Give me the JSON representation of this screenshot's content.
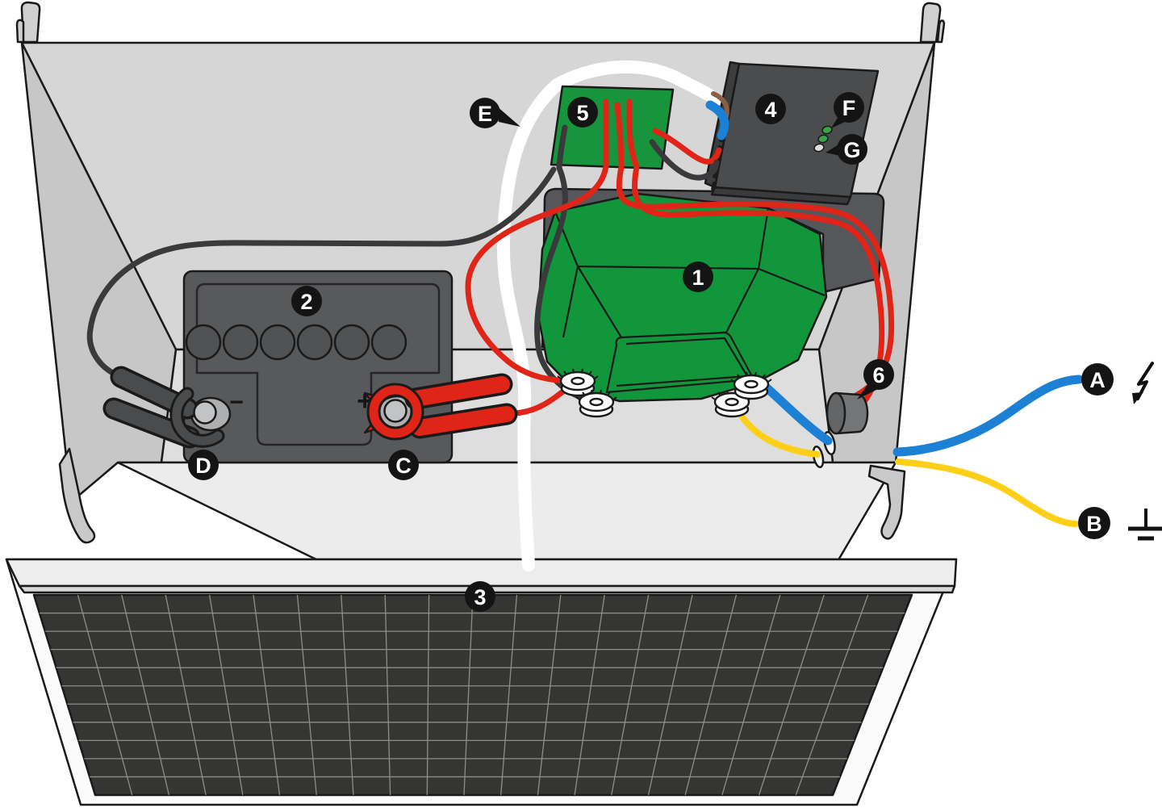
{
  "labels": {
    "n1": "1",
    "n2": "2",
    "n3": "3",
    "n4": "4",
    "n5": "5",
    "n6": "6",
    "A": "A",
    "B": "B",
    "C": "C",
    "D": "D",
    "E": "E",
    "F": "F",
    "G": "G"
  },
  "battery": {
    "negative_sign": "−",
    "positive_sign": "+"
  },
  "icons": {
    "fence_output": "lightning-bolt-icon",
    "earth_ground": "earth-ground-icon"
  },
  "colors": {
    "energizer_green": "#11963b",
    "wire_red": "#e02417",
    "wire_black": "#3a3a3c",
    "wire_blue": "#1c80d4",
    "wire_yellow": "#fdd017",
    "wire_brown": "#8b5f43",
    "wire_white": "#ffffff",
    "led_green": "#3aa44a",
    "led_off": "#deded9",
    "callout_bg": "#141414",
    "callout_text": "#ffffff"
  }
}
